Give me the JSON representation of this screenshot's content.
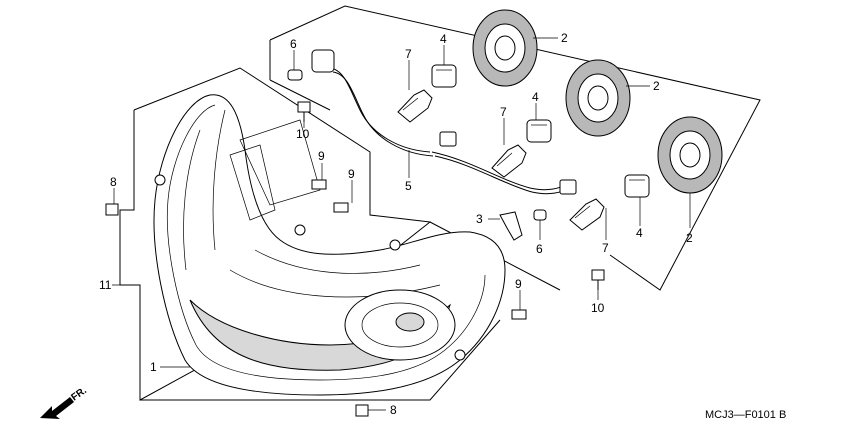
{
  "callouts": {
    "c1": "1",
    "c2a": "2",
    "c2b": "2",
    "c2c": "2",
    "c3": "3",
    "c4a": "4",
    "c4b": "4",
    "c4c": "4",
    "c5": "5",
    "c6a": "6",
    "c6b": "6",
    "c7a": "7",
    "c7b": "7",
    "c7c": "7",
    "c8a": "8",
    "c8b": "8",
    "c9a": "9",
    "c9b": "9",
    "c9c": "9",
    "c10a": "10",
    "c10b": "10",
    "c11": "11"
  },
  "direction_label": "FR.",
  "drawing_code": "MCJ3—F0101 B"
}
